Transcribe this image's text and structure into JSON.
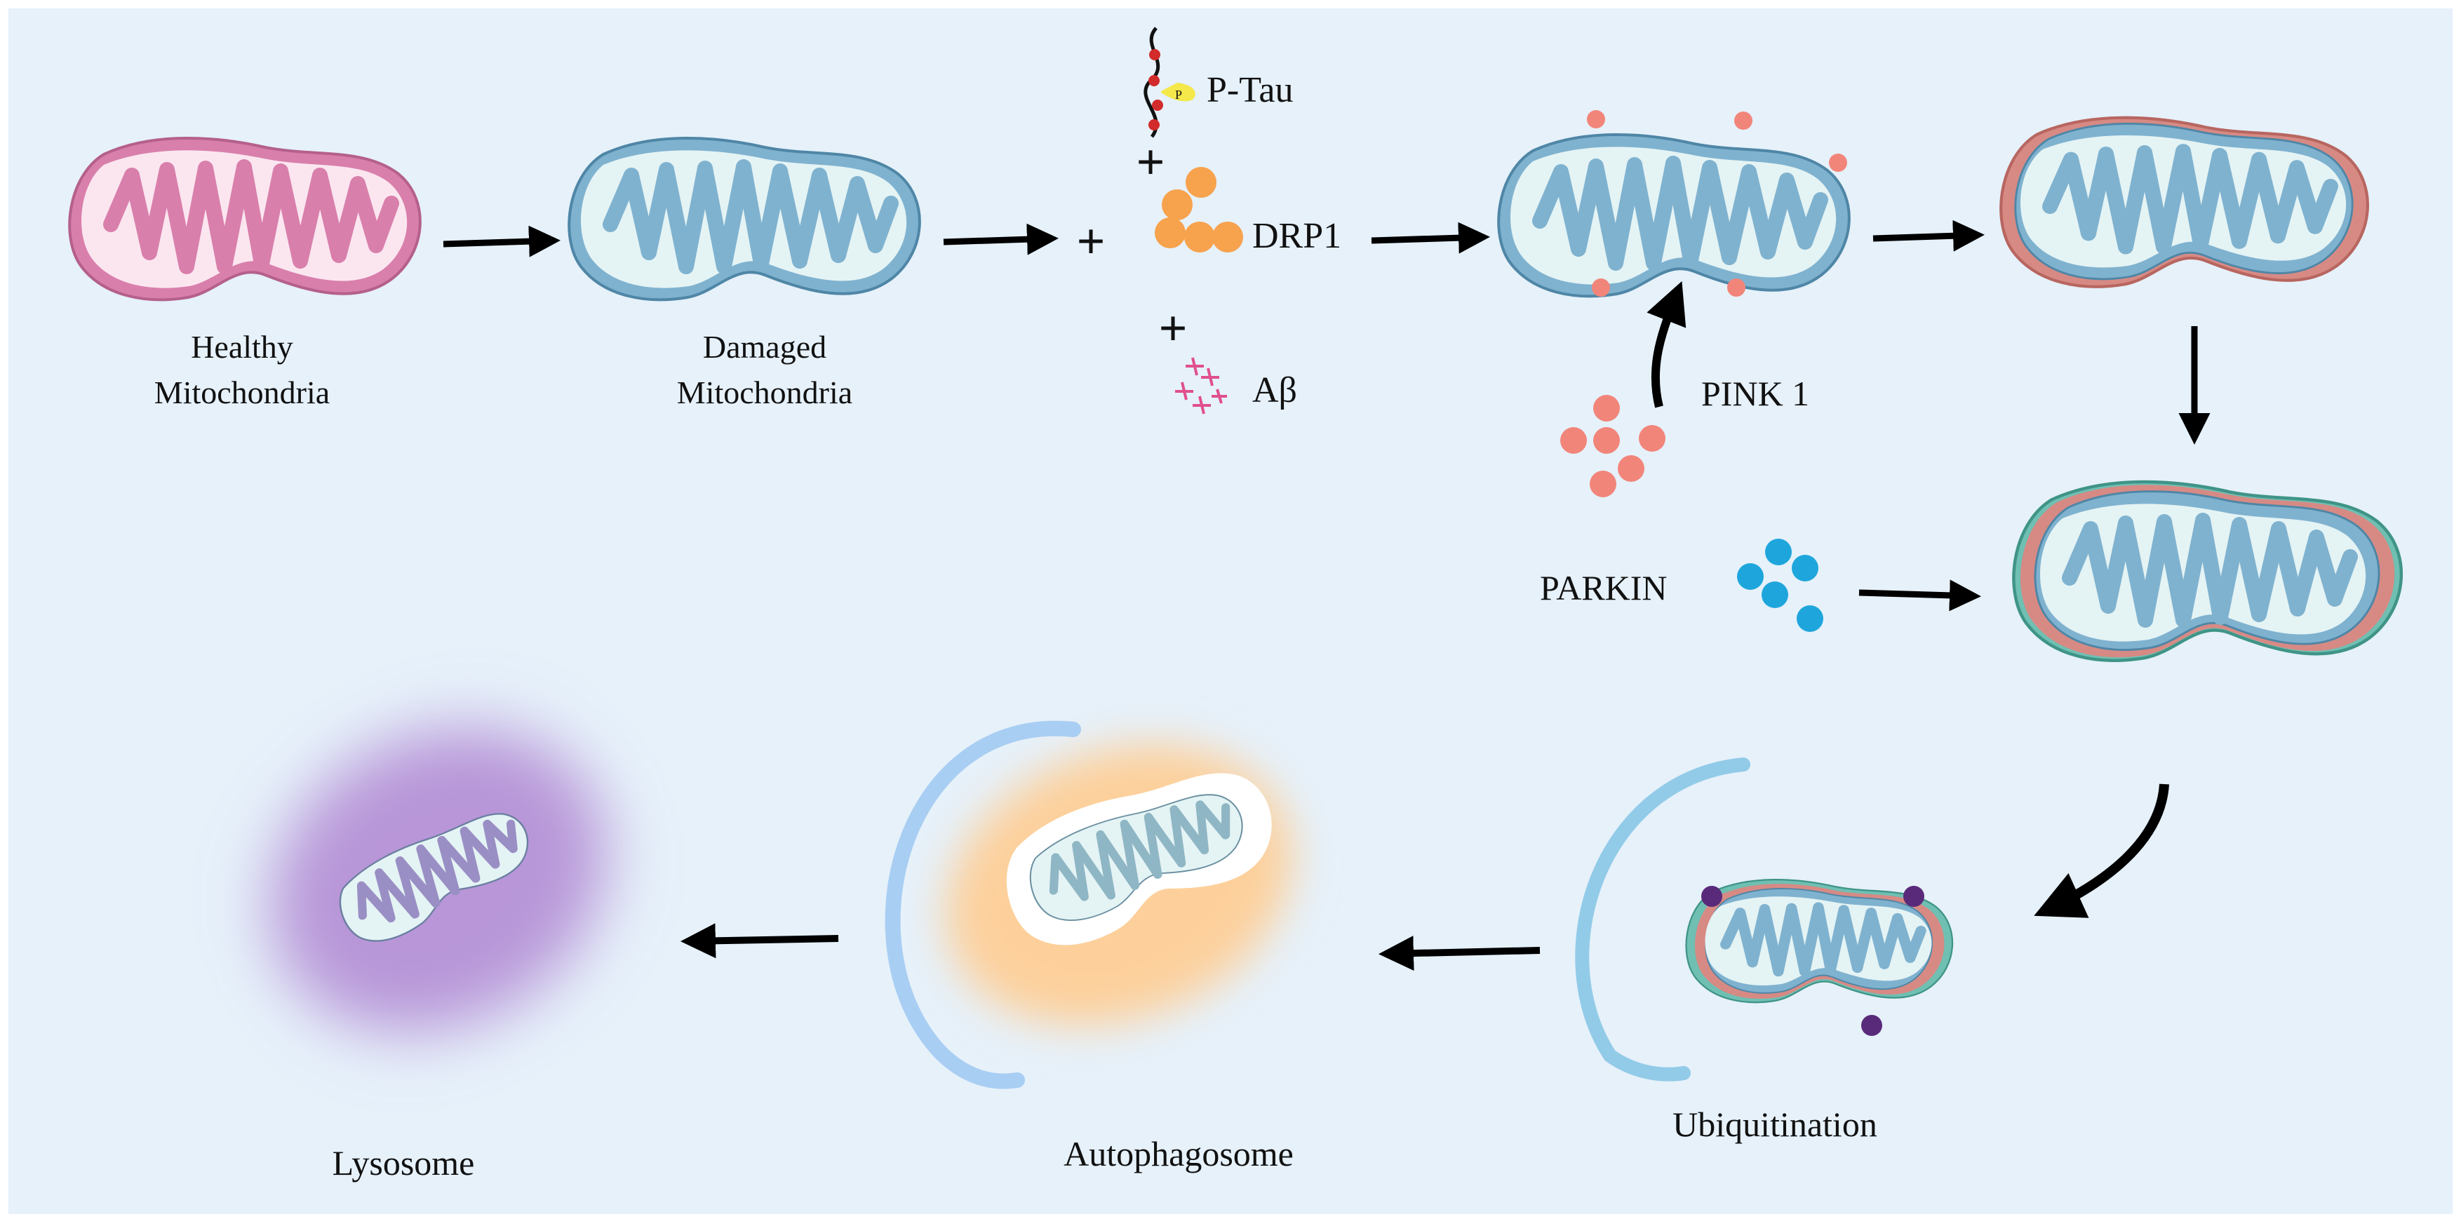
{
  "labels": {
    "healthy": [
      "Healthy",
      "Mitochondria"
    ],
    "damaged": [
      "Damaged",
      "Mitochondria"
    ],
    "ptau": "P-Tau",
    "ptau_badge": "P",
    "drp1": "DRP1",
    "abeta": "Aβ",
    "pink1": "PINK 1",
    "parkin": "PARKIN",
    "ubiquitination": "Ubiquitination",
    "autophagosome": "Autophagosome",
    "lysosome": "Lysosome",
    "plus": "+"
  },
  "colors": {
    "background": "#e6f1fa",
    "healthy_fill": "#d97fab",
    "healthy_inner": "#fbe6f0",
    "mito_fill": "#7fb2cf",
    "mito_inner": "#e4f3f4",
    "drp1": "#f7a24d",
    "pink1": "#f2857a",
    "parkin": "#1ea6dc",
    "ubiquitin": "#5a2a7a",
    "pink_membrane": "#d78a84",
    "green_membrane": "#6fbfb3",
    "phagophore": "#92cbe8",
    "autophagosome_arc": "#a9cef3",
    "autophagosome_glow": "#fdd09b",
    "lysosome_glow": "#b896d8",
    "abeta": "#e04f8e"
  }
}
